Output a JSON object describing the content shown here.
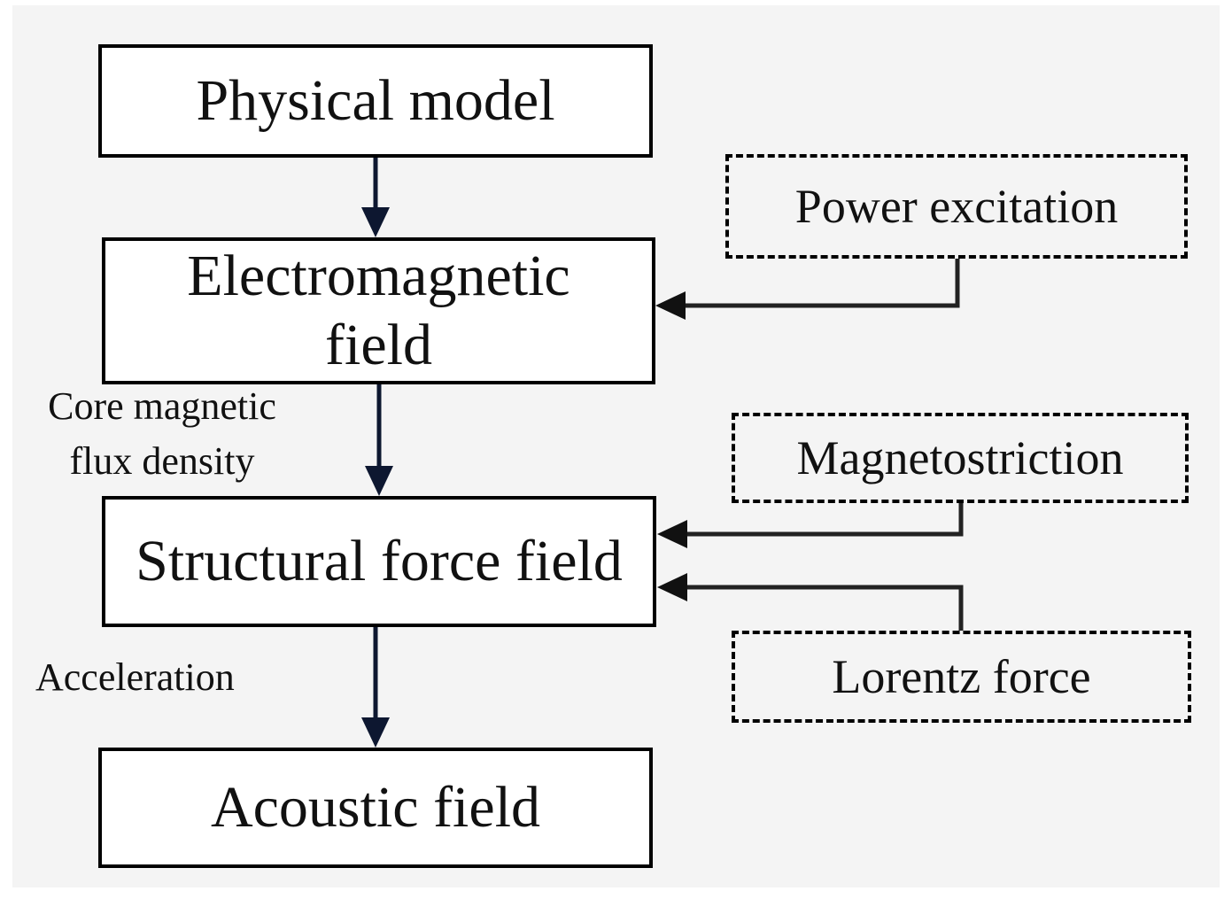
{
  "nodes": {
    "physical_model": "Physical model",
    "electromagnetic_field": "Electromagnetic field",
    "structural_force_field": "Structural force field",
    "acoustic_field": "Acoustic field",
    "power_excitation": "Power excitation",
    "magnetostriction": "Magnetostriction",
    "lorentz_force": "Lorentz force"
  },
  "edge_labels": {
    "core_magnetic_line1": "Core magnetic",
    "core_magnetic_line2": "flux density",
    "acceleration": "Acceleration"
  },
  "colors": {
    "main_arrow": "#0d1730",
    "side_arrow": "#222222",
    "border": "#000000"
  }
}
